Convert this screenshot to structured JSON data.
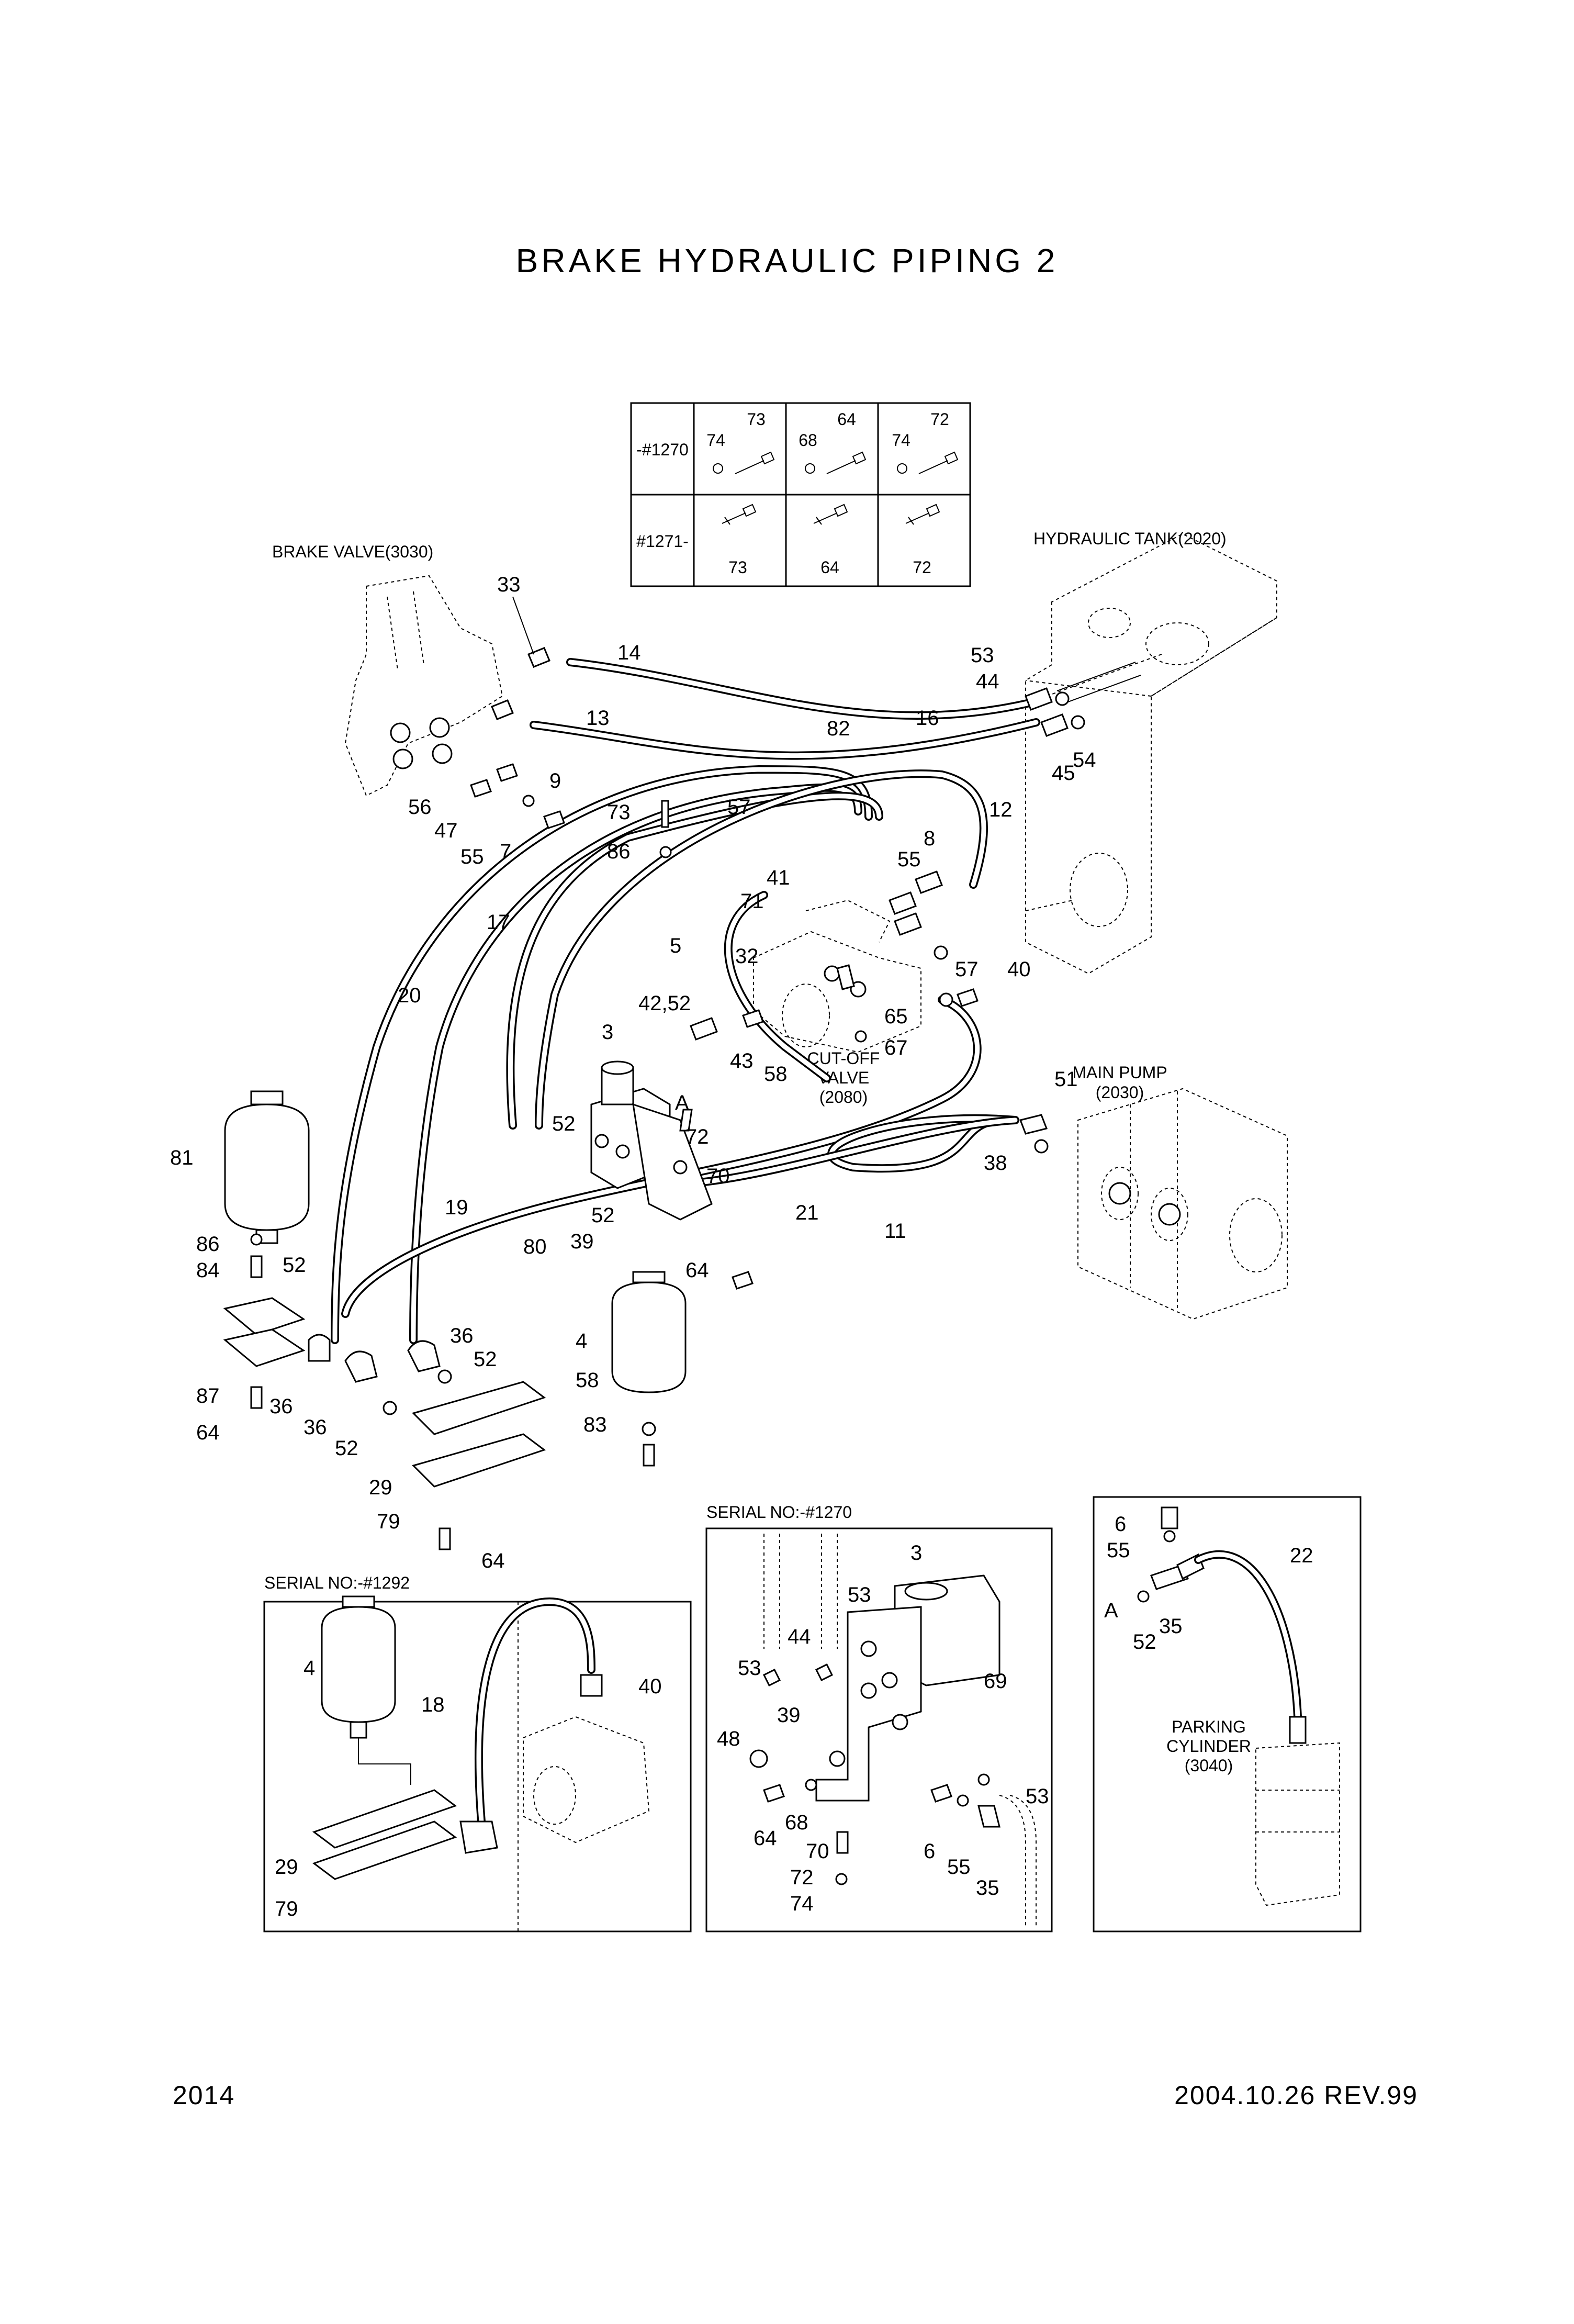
{
  "title": "BRAKE HYDRAULIC PIPING 2",
  "footer": {
    "page": "2014",
    "date_rev": "2004.10.26    REV.99"
  },
  "serial_table": {
    "rows": [
      {
        "label": "-#1270",
        "cells": [
          [
            "73",
            "74"
          ],
          [
            "64",
            "68"
          ],
          [
            "72",
            "74"
          ]
        ]
      },
      {
        "label": "#1271-",
        "cells": [
          [
            "73"
          ],
          [
            "64"
          ],
          [
            "72"
          ]
        ]
      }
    ]
  },
  "captions": {
    "brake_valve": "BRAKE VALVE(3030)",
    "hydraulic_tank": "HYDRAULIC TANK(2020)",
    "main_pump_1": "MAIN PUMP",
    "main_pump_2": "(2030)",
    "cutoff_1": "CUT-OFF",
    "cutoff_2": "VALVE",
    "cutoff_3": "(2080)",
    "serial_1292": "SERIAL NO:-#1292",
    "serial_1270": "SERIAL NO:-#1270",
    "parking_1": "PARKING",
    "parking_2": "CYLINDER",
    "parking_3": "(3040)"
  },
  "callouts": {
    "main": [
      "33",
      "14",
      "13",
      "56",
      "47",
      "9",
      "55",
      "7",
      "73",
      "86",
      "57",
      "82",
      "16",
      "53",
      "44",
      "45",
      "54",
      "12",
      "8",
      "55",
      "17",
      "41",
      "71",
      "57",
      "40",
      "20",
      "5",
      "32",
      "65",
      "42,52",
      "43",
      "58",
      "67",
      "3",
      "A",
      "72",
      "52",
      "70",
      "81",
      "52",
      "19",
      "80",
      "39",
      "21",
      "11",
      "51",
      "38",
      "86",
      "84",
      "52",
      "64",
      "36",
      "4",
      "36",
      "52",
      "58",
      "87",
      "36",
      "83",
      "64",
      "52",
      "29",
      "79",
      "64"
    ],
    "inset_1292": [
      "4",
      "18",
      "40",
      "29",
      "79"
    ],
    "inset_1270": [
      "3",
      "53",
      "44",
      "53",
      "39",
      "69",
      "48",
      "64",
      "68",
      "70",
      "72",
      "74",
      "6",
      "55",
      "35",
      "53"
    ],
    "inset_parking": [
      "6",
      "55",
      "22",
      "A",
      "52",
      "35"
    ]
  }
}
